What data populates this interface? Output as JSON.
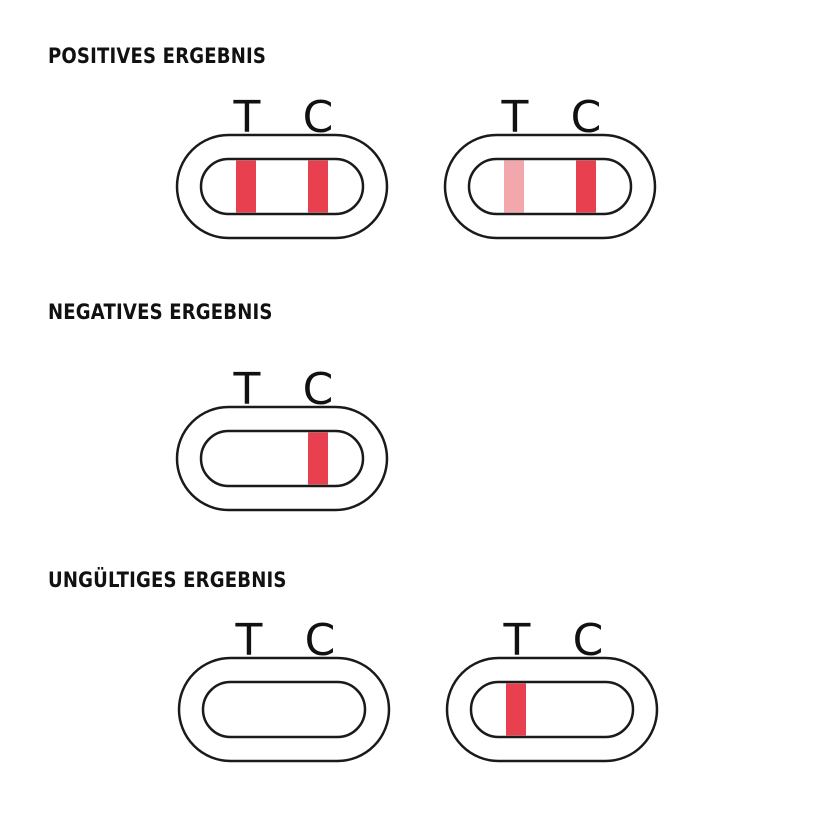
{
  "sections": [
    {
      "title": "POSITIVES ERGEBNIS",
      "tests": [
        {
          "t_label": "T",
          "c_label": "C",
          "t_line": "strong",
          "c_line": "strong"
        },
        {
          "t_label": "T",
          "c_label": "C",
          "t_line": "faint",
          "c_line": "strong"
        }
      ]
    },
    {
      "title": "NEGATIVES ERGEBNIS",
      "tests": [
        {
          "t_label": "T",
          "c_label": "C",
          "t_line": "none",
          "c_line": "strong"
        }
      ]
    },
    {
      "title": "UNGÜLTIGES ERGEBNIS",
      "tests": [
        {
          "t_label": "T",
          "c_label": "C",
          "t_line": "none",
          "c_line": "none"
        },
        {
          "t_label": "T",
          "c_label": "C",
          "t_line": "strong",
          "c_line": "none"
        }
      ]
    }
  ],
  "colors": {
    "line_strong": "#e8404f",
    "line_faint": "#f2a7ad",
    "outline": "#1a1a1a",
    "text": "#111111"
  }
}
